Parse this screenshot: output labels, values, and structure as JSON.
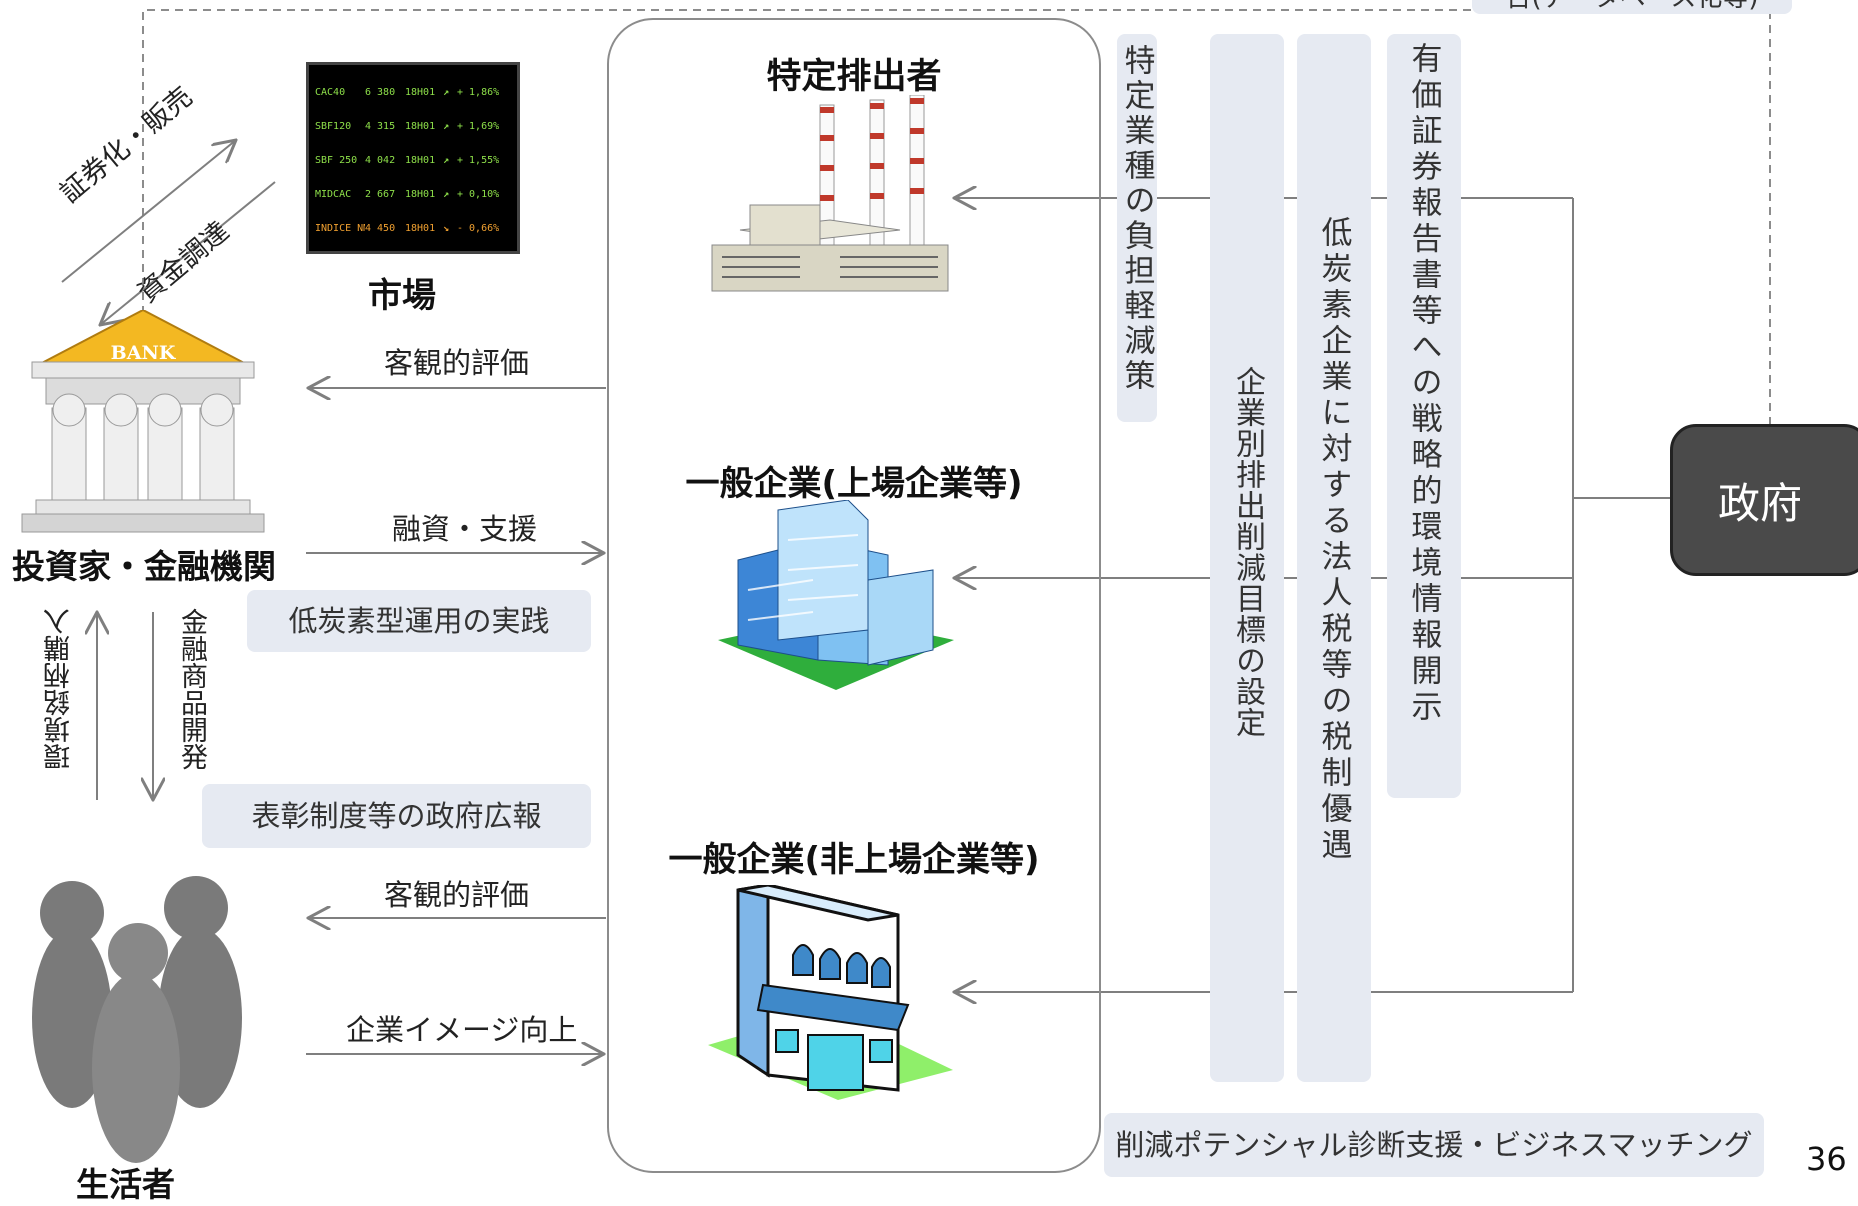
{
  "top_note": "告(データベース化等)",
  "actors": {
    "tokutei": "特定排出者",
    "general_listed": "一般企業(上場企業等)",
    "general_unlisted": "一般企業(非上場企業等)",
    "investors": "投資家・金融機関",
    "consumers": "生活者",
    "market": "市場",
    "government": "政府"
  },
  "flows": {
    "securitize": "証券化・販売",
    "funding": "資金調達",
    "eval_top": "客観的評価",
    "loan": "融資・支援",
    "eval_bottom": "客観的評価",
    "image": "企業イメージ向上",
    "eco_purchase": "環境銘柄購入",
    "product_dev": "金融商品開発"
  },
  "policy_boxes": {
    "low_carbon_ops": "低炭素型運用の実践",
    "pr": "表彰制度等の政府広報",
    "burden": "特定業種の負担軽減策",
    "target": "企業別排出削減目標の設定",
    "tax": "低炭素企業に対する法人税等の税制優遇",
    "disclosure": "有価証券報告書等への戦略的環境情報開示",
    "matching": "削減ポテンシャル診断支援・ビジネスマッチング"
  },
  "ticker": {
    "rows": [
      {
        "name": "CAC40",
        "value": "6 380",
        "time": "18H01",
        "dir": "up",
        "change": "+ 1,86%"
      },
      {
        "name": "SBF120",
        "value": "4 315",
        "time": "18H01",
        "dir": "up",
        "change": "+ 1,69%"
      },
      {
        "name": "SBF 250",
        "value": "4 042",
        "time": "18H01",
        "dir": "up",
        "change": "+ 1,55%"
      },
      {
        "name": "MIDCAC",
        "value": "2 667",
        "time": "18H01",
        "dir": "up",
        "change": "+ 0,10%"
      },
      {
        "name": "INDICE NM",
        "value": "4 450",
        "time": "18H01",
        "dir": "down",
        "change": "- 0,66%"
      }
    ]
  },
  "bank_sign": "BANK",
  "page_number": "36",
  "colors": {
    "government_box": "#4a4a4a",
    "policy_tag": "#e6eaf2",
    "arrow": "#7f7f7f",
    "ticker_bg": "#1b1b1b",
    "ticker_up": "#8ee04a",
    "ticker_down": "#f0a030"
  }
}
